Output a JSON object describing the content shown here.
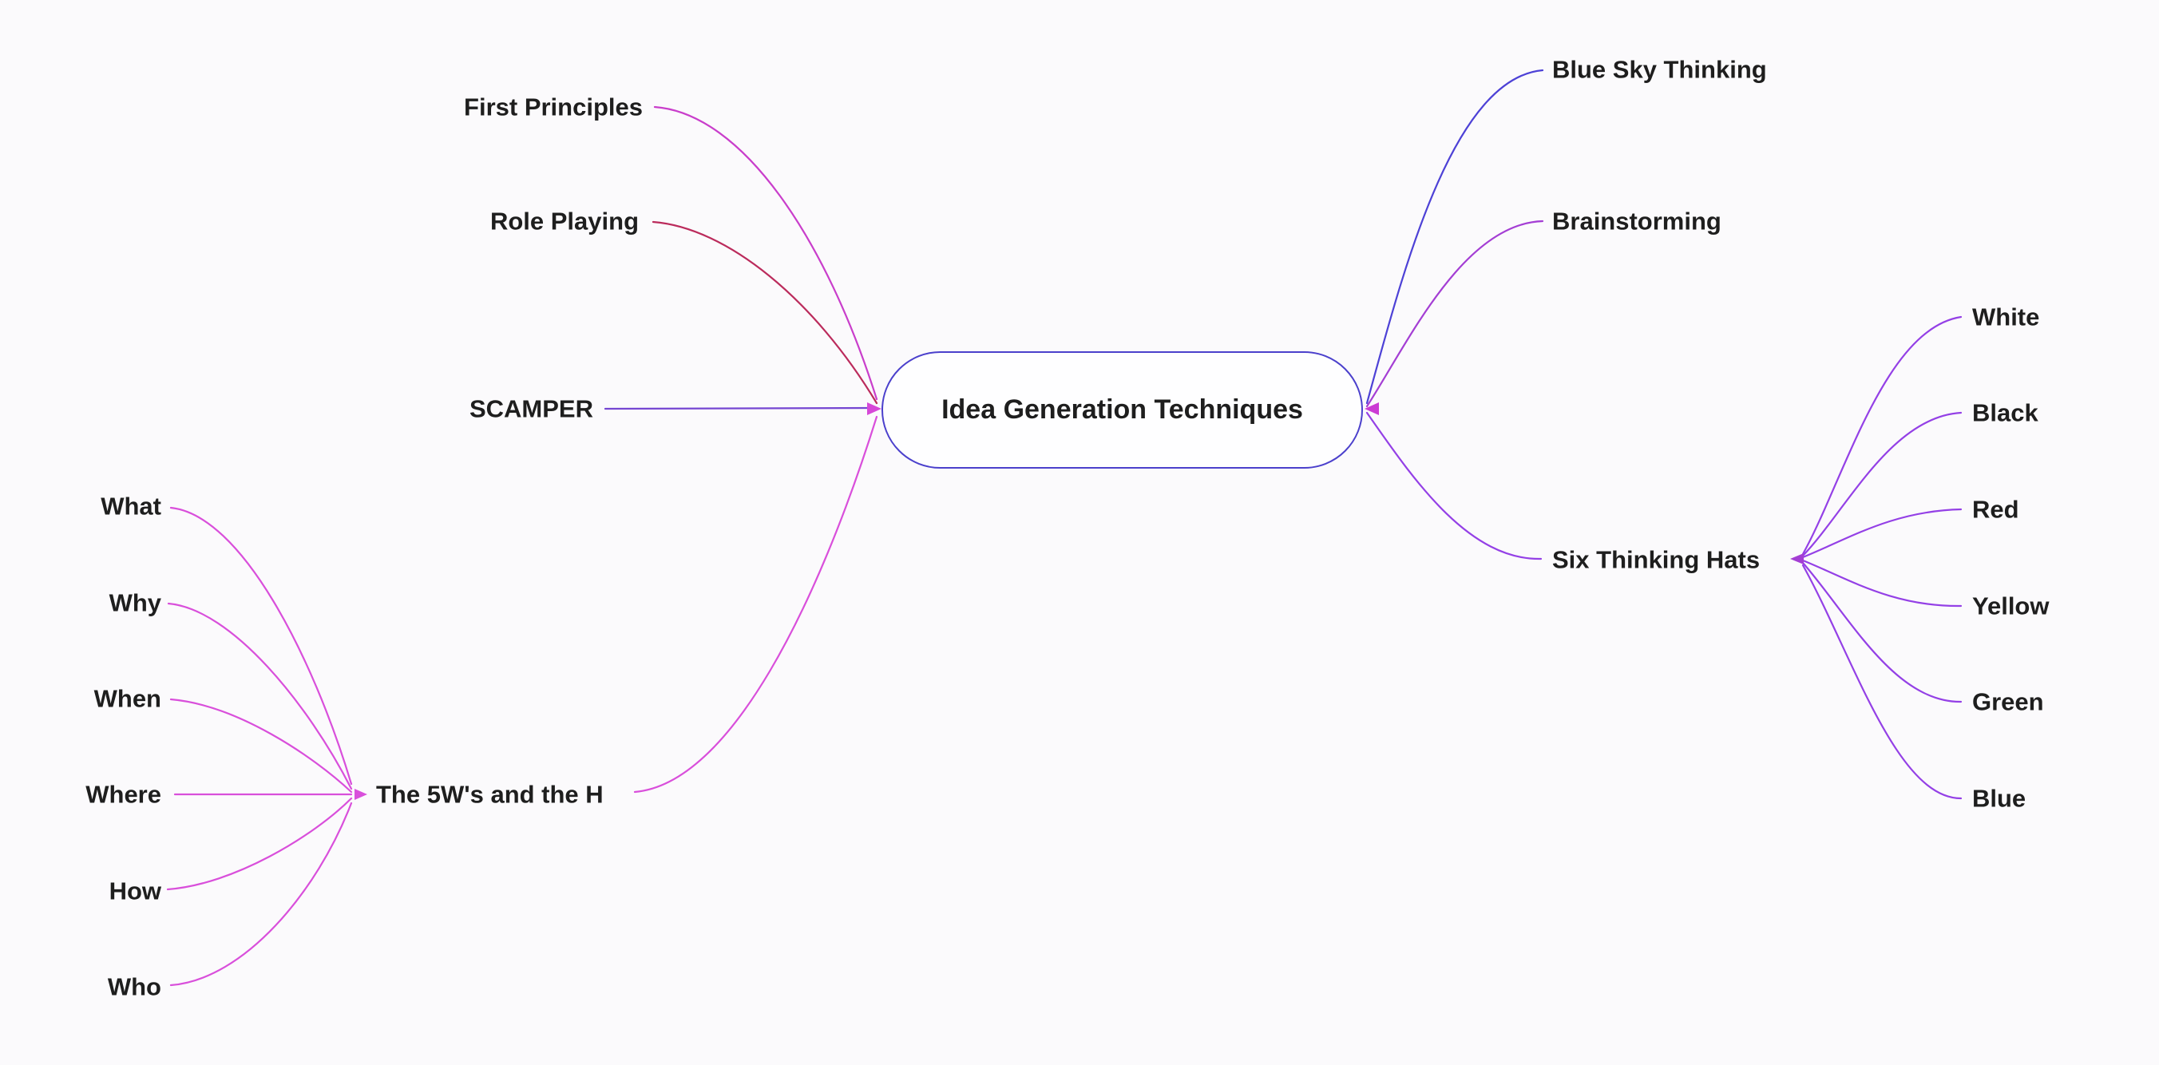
{
  "canvas": {
    "background": "#fbfafc",
    "text_color": "#1e1e1e"
  },
  "root": {
    "label": "Idea Generation Techniques",
    "border_color": "#4b40cc",
    "fill": "#fefeff"
  },
  "branches": {
    "left": [
      {
        "id": "first-principles",
        "label": "First Principles",
        "color": "#c93ecb"
      },
      {
        "id": "role-playing",
        "label": "Role Playing",
        "color": "#bb2b5c"
      },
      {
        "id": "scamper",
        "label": "SCAMPER",
        "color": "#7546d2"
      },
      {
        "id": "five-ws",
        "label": "The 5W's and the H",
        "color": "#d94fdb",
        "children": [
          "What",
          "Why",
          "When",
          "Where",
          "How",
          "Who"
        ]
      }
    ],
    "right": [
      {
        "id": "blue-sky",
        "label": "Blue Sky Thinking",
        "color": "#4d41d6"
      },
      {
        "id": "brainstorming",
        "label": "Brainstorming",
        "color": "#a43ed4"
      },
      {
        "id": "six-hats",
        "label": "Six Thinking Hats",
        "color": "#9440e6",
        "children": [
          "White",
          "Black",
          "Red",
          "Yellow",
          "Green",
          "Blue"
        ]
      }
    ]
  },
  "arrows": {
    "hub_left": "#d648d8",
    "hub_right": "#cb3bd4",
    "five_ws": "#d94fdb",
    "six_hats": "#a43ed4"
  }
}
